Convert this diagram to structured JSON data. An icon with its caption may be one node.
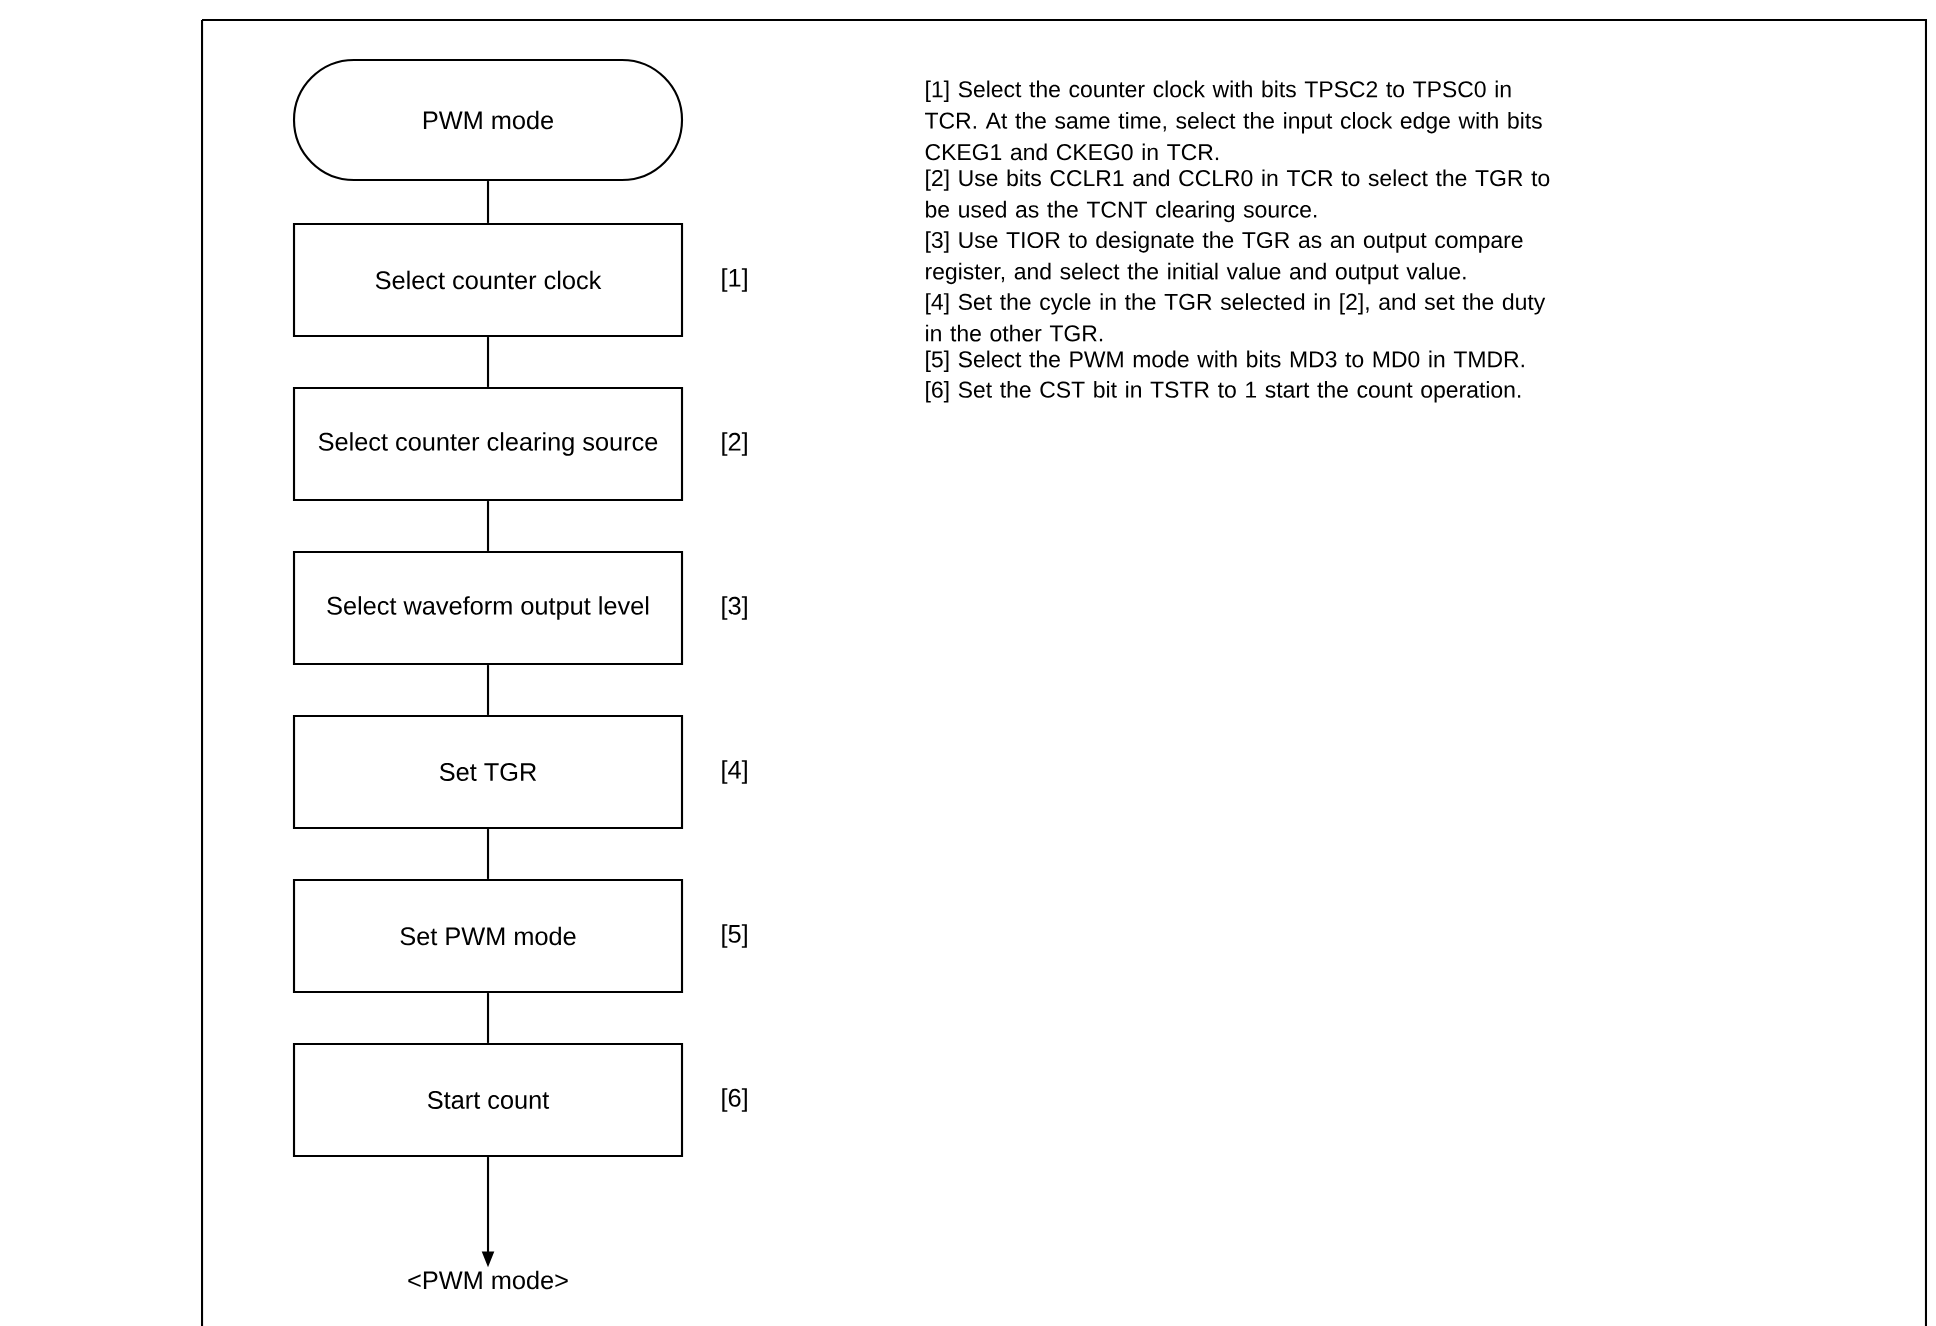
{
  "diagram": {
    "nodes": [
      {
        "text": [
          "PWM mode"
        ]
      },
      {
        "text": [
          "Select counter clock"
        ],
        "beside": [
          "[1]"
        ]
      },
      {
        "text": [
          "Select counter clearing source"
        ],
        "beside": [
          "[2]"
        ]
      },
      {
        "text": [
          "Select waveform output level"
        ],
        "beside": [
          "[3]"
        ]
      },
      {
        "text": [
          "Set TGR"
        ],
        "beside": [
          "[4]"
        ]
      },
      {
        "text": [
          "Set PWM mode"
        ],
        "beside": [
          "[5]"
        ]
      },
      {
        "text": [
          "Start count"
        ],
        "beside": [
          "[6]"
        ]
      },
      {
        "text": [
          "<PWM mode>"
        ]
      }
    ],
    "edges": [
      {
        "from": 0,
        "to": 1,
        "arrow": "none"
      },
      {
        "from": 1,
        "to": 2,
        "arrow": "none"
      },
      {
        "from": 2,
        "to": 3,
        "arrow": "none"
      },
      {
        "from": 3,
        "to": 4,
        "arrow": "none"
      },
      {
        "from": 4,
        "to": 5,
        "arrow": "none"
      },
      {
        "from": 5,
        "to": 6,
        "arrow": "none"
      },
      {
        "from": 6,
        "to": 7,
        "arrow": "to"
      }
    ],
    "labels": [
      "[1] Select the counter clock with bits TPSC2 to TPSC0 in TCR.  At the same time, select the input clock edge with bits CKEG1 and CKEG0 in TCR.",
      "[2] Use bits CCLR1 and CCLR0 in TCR to select the TGR to be used as the TCNT clearing source.",
      "[3] Use TIOR to designate the TGR as an output compare register, and select the initial value and output value.",
      "[4] Set the cycle in the TGR selected in [2], and set the duty in the other TGR.",
      "[5] Select the PWM mode with bits MD3 to MD0 in TMDR.",
      "[6] Set the CST bit in TSTR to 1 start the count operation."
    ]
  }
}
